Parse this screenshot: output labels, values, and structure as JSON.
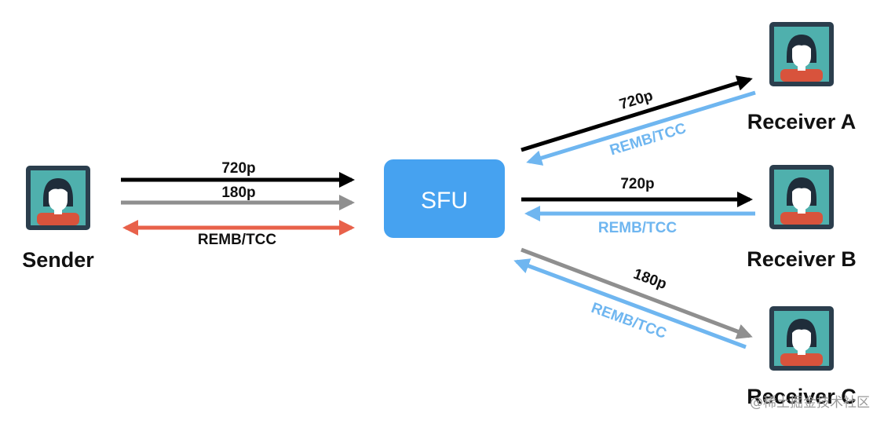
{
  "colors": {
    "black_arrow": "#000000",
    "gray_arrow": "#8f8f8f",
    "blue_arrow": "#6fb6f0",
    "blue_text": "#6fb6f0",
    "red_arrow": "#e8614a",
    "sfu_box": "#46a2f0",
    "avatar_bg": "#4fb0ad",
    "avatar_frame": "#2b3e4d",
    "avatar_hair": "#1f2d3a",
    "avatar_face": "#ffffff",
    "avatar_shirt": "#d8533c"
  },
  "nodes": {
    "sender": {
      "label": "Sender",
      "icon": "person-avatar-icon"
    },
    "sfu": {
      "label": "SFU"
    },
    "receiver_a": {
      "label": "Receiver A",
      "icon": "person-avatar-icon"
    },
    "receiver_b": {
      "label": "Receiver B",
      "icon": "person-avatar-icon"
    },
    "receiver_c": {
      "label": "Receiver C",
      "icon": "person-avatar-icon"
    }
  },
  "edges": {
    "sender_720": {
      "label": "720p"
    },
    "sender_180": {
      "label": "180p"
    },
    "sender_remb": {
      "label": "REMB/TCC"
    },
    "a_720": {
      "label": "720p"
    },
    "a_remb": {
      "label": "REMB/TCC"
    },
    "b_720": {
      "label": "720p"
    },
    "b_remb": {
      "label": "REMB/TCC"
    },
    "c_180": {
      "label": "180p"
    },
    "c_remb": {
      "label": "REMB/TCC"
    }
  },
  "watermark": "@稀土掘金技术社区"
}
